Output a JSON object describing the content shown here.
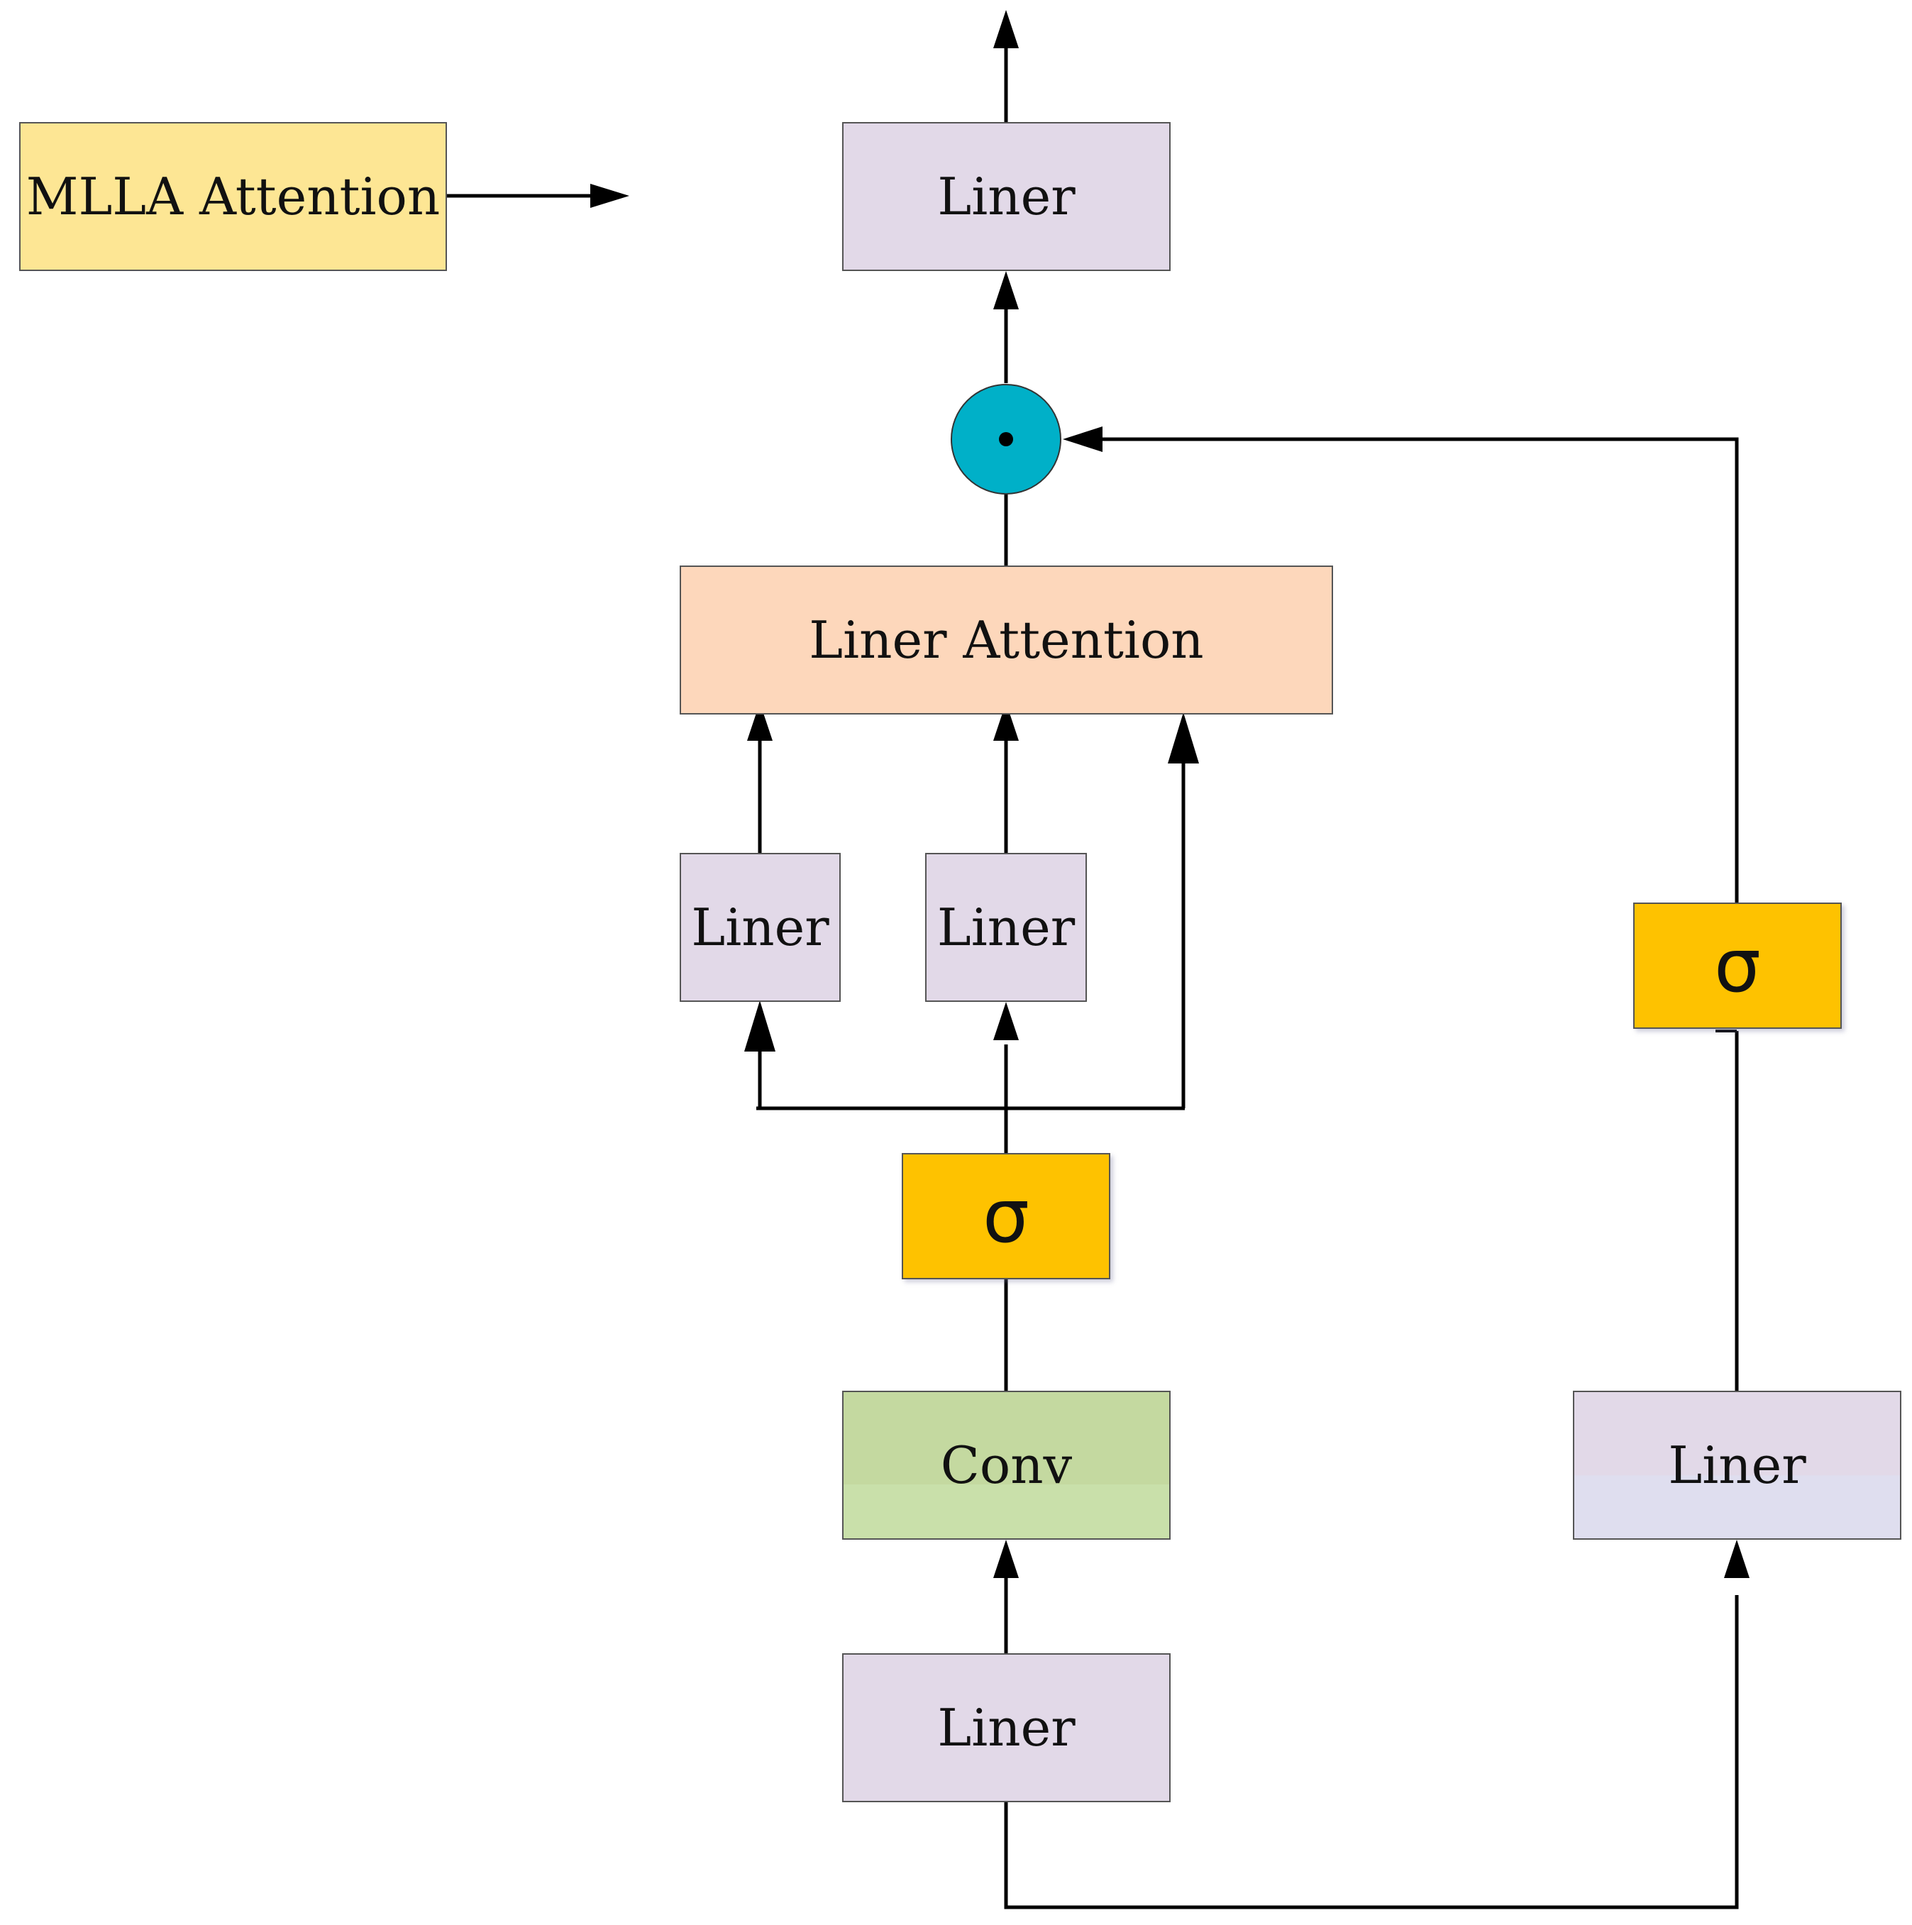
{
  "diagram": {
    "title_box": {
      "label": "MLLA Attention",
      "color": "#fde694"
    },
    "output_liner": {
      "label": "Liner"
    },
    "mult_node": {
      "symbol": "•",
      "color": "#00b0c8"
    },
    "liner_attention": {
      "label": "Liner Attention",
      "color": "#fdd7bb"
    },
    "q_liner": {
      "label": "Liner"
    },
    "k_liner": {
      "label": "Liner"
    },
    "left_sigma": {
      "label": "σ",
      "color": "#fec200"
    },
    "conv": {
      "label": "Conv",
      "color": "#c4d9a0"
    },
    "input_liner": {
      "label": "Liner"
    },
    "gate_liner": {
      "label": "Liner"
    },
    "gate_sigma": {
      "label": "σ",
      "color": "#fec200"
    },
    "box_color_liner": "#e2d9e8",
    "line_color": "#000000"
  }
}
